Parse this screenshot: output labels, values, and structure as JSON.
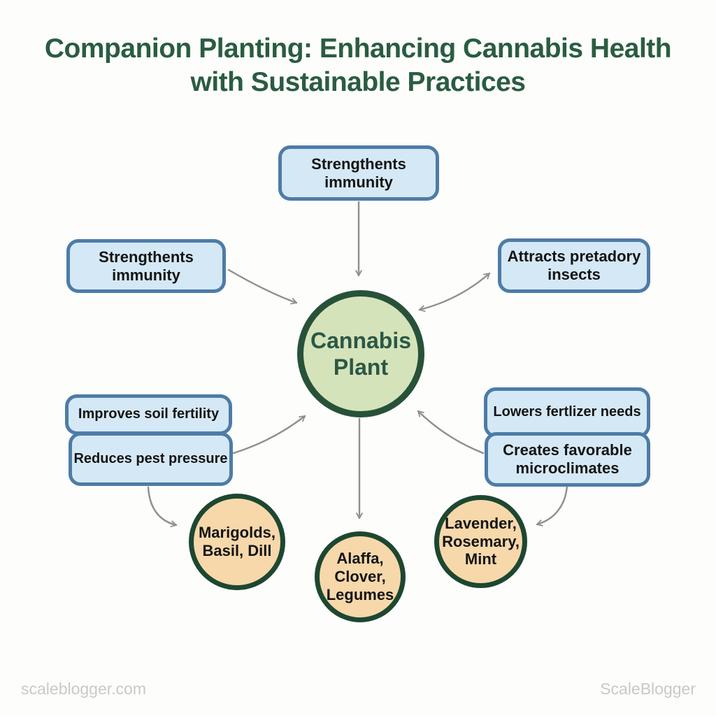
{
  "page": {
    "title": "Companion Planting: Enhancing Cannabis Health with Sustainable Practices",
    "background_color": "#fdfdfc"
  },
  "colors": {
    "title_green": "#2a5c41",
    "benefit_box_fill": "#d5e8f5",
    "benefit_box_border": "#4d7ca6",
    "center_circle_fill": "#d4e3ba",
    "center_circle_border": "#28513a",
    "center_circle_text": "#2c5745",
    "plant_circle_fill": "#f6d8ab",
    "plant_circle_border": "#1d4730",
    "arrow_gray": "#8f8f8f",
    "watermark_gray": "#c9c9c9"
  },
  "center_node": {
    "label": "Cannabis Plant"
  },
  "benefit_boxes": [
    {
      "id": "top",
      "label": "Strengthents immunity"
    },
    {
      "id": "left",
      "label": "Strengthents immunity"
    },
    {
      "id": "right",
      "label": "Attracts pretadory insects"
    },
    {
      "id": "left-mid-1",
      "label": "Improves soil fertility"
    },
    {
      "id": "left-mid-2",
      "label": "Reduces pest pressure"
    },
    {
      "id": "right-mid-1",
      "label": "Lowers fertlizer needs"
    },
    {
      "id": "right-mid-2",
      "label": "Creates favorable microclimates"
    }
  ],
  "plant_circles": [
    {
      "id": "plants-left",
      "label": "Marigolds, Basil, Dill"
    },
    {
      "id": "plants-middle",
      "label": "Alaffa, Clover, Legumes"
    },
    {
      "id": "plants-right",
      "label": "Lavender, Rosemary, Mint"
    }
  ],
  "edges": [
    {
      "from": "top box",
      "to": "cannabis plant",
      "style": "single-arrow"
    },
    {
      "from": "left box",
      "to": "cannabis plant",
      "style": "single-arrow"
    },
    {
      "from": "cannabis plant",
      "to": "right box",
      "style": "double-arrow"
    },
    {
      "from": "reduces pest pressure box",
      "to": "cannabis plant",
      "style": "single-arrow"
    },
    {
      "from": "right middle boxes",
      "to": "cannabis plant",
      "style": "single-arrow"
    },
    {
      "from": "cannabis plant",
      "to": "plants-middle",
      "style": "single-arrow"
    },
    {
      "from": "reduces pest pressure box",
      "to": "plants-left",
      "style": "single-arrow"
    },
    {
      "from": "creates favorable microclimates box",
      "to": "plants-right",
      "style": "single-arrow"
    }
  ],
  "footer": {
    "left": "scaleblogger.com",
    "right": "ScaleBlogger"
  }
}
